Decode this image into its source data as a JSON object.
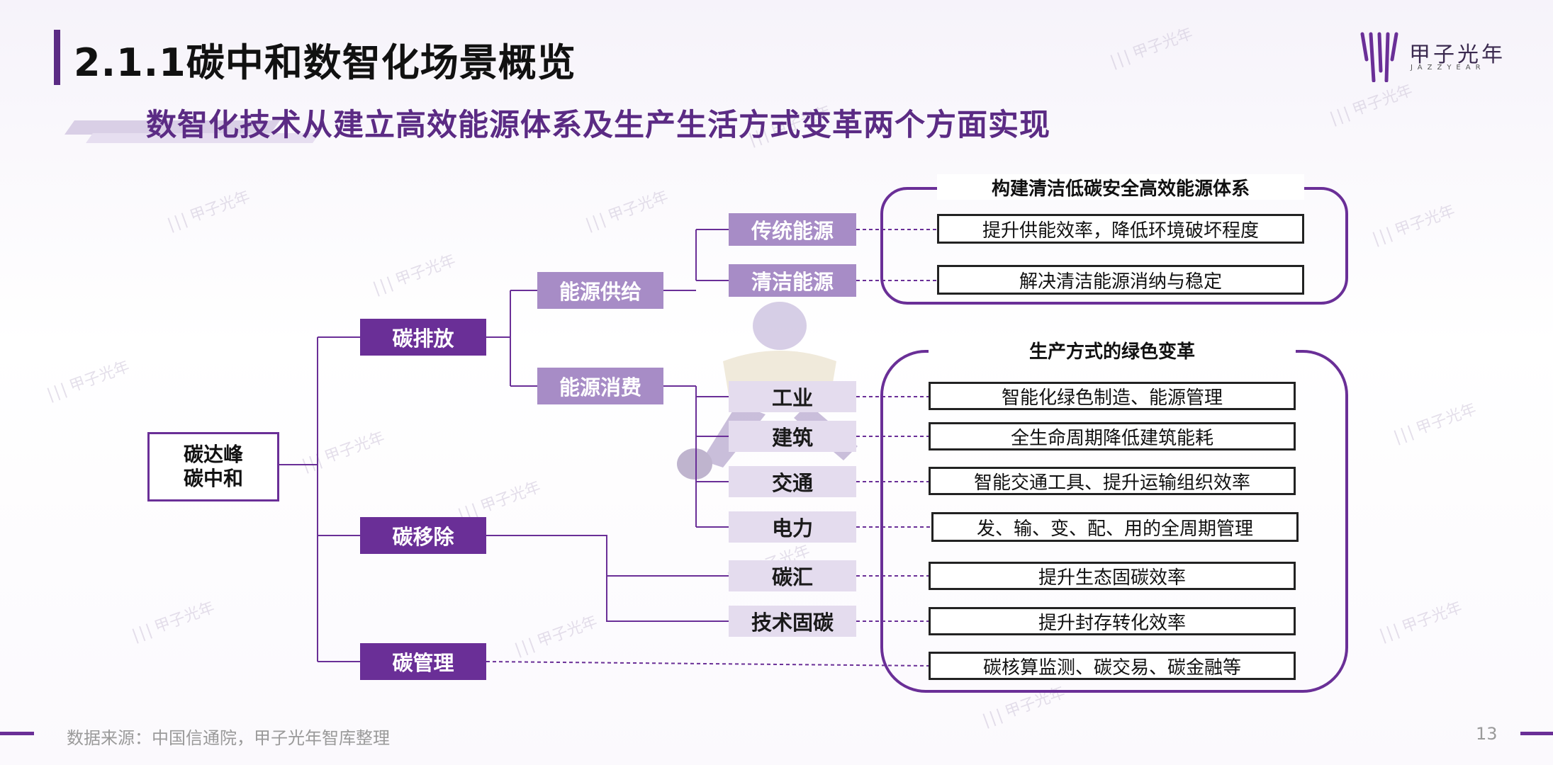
{
  "header": {
    "title": "2.1.1碳中和数智化场景概览",
    "subtitle": "数智化技术从建立高效能源体系及生产生活方式变革两个方面实现"
  },
  "logo": {
    "text": "甲子光年",
    "sub": "JAZZYEAR"
  },
  "watermark": "甲子光年",
  "diagram": {
    "root": {
      "line1": "碳达峰",
      "line2": "碳中和"
    },
    "level1": {
      "emission": "碳排放",
      "removal": "碳移除",
      "management": "碳管理"
    },
    "level2": {
      "supply": "能源供给",
      "consumption": "能源消费"
    },
    "leaves": {
      "traditional": "传统能源",
      "clean": "清洁能源",
      "industry": "工业",
      "building": "建筑",
      "transport": "交通",
      "power": "电力",
      "sink": "碳汇",
      "tech_capture": "技术固碳"
    },
    "groups": {
      "energy_system": "构建清洁低碳安全高效能源体系",
      "green_production": "生产方式的绿色变革"
    },
    "descriptions": {
      "traditional": "提升供能效率，降低环境破坏程度",
      "clean": "解决清洁能源消纳与稳定",
      "industry": "智能化绿色制造、能源管理",
      "building": "全生命周期降低建筑能耗",
      "transport": "智能交通工具、提升运输组织效率",
      "power": "发、输、变、配、用的全周期管理",
      "sink": "提升生态固碳效率",
      "tech_capture": "提升封存转化效率",
      "management": "碳核算监测、碳交易、碳金融等"
    }
  },
  "footer": {
    "source": "数据来源：中国信通院，甲子光年智库整理",
    "page": "13"
  },
  "colors": {
    "primary": "#6a2f97",
    "lavender": "#a78cc6",
    "light": "#e4dcee"
  }
}
